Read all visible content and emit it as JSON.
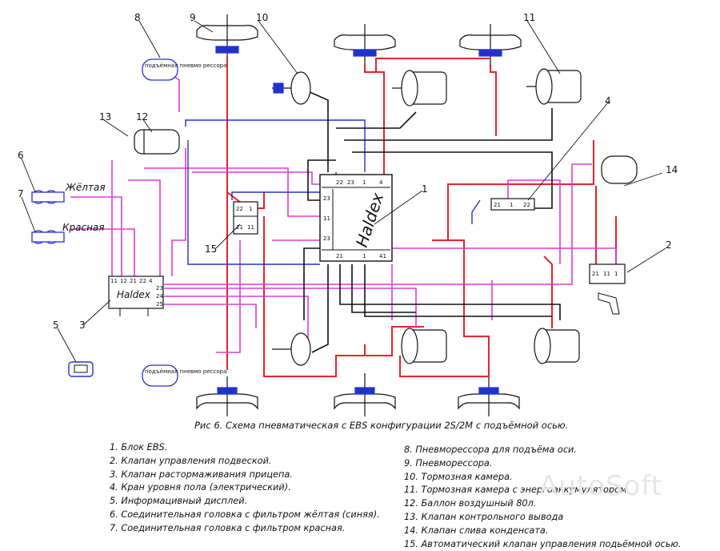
{
  "caption": "Рис 6. Схема пневматическая  с EBS конфигурации 2S/2M с подъёмной осью.",
  "watermark": "AutoSoft",
  "colors": {
    "supply": "#e8232b",
    "control": "#e23ad9",
    "brake": "#111111",
    "blue": "#2233cc"
  },
  "labels": {
    "yellow": "Жёлтая",
    "red": "Красная",
    "haldex_main": "Haldex",
    "haldex_small": "Haldex",
    "bag": "подъёмная пневмо рессора"
  },
  "callouts": [
    "1",
    "2",
    "3",
    "4",
    "5",
    "6",
    "7",
    "8",
    "9",
    "10",
    "11",
    "12",
    "13",
    "14",
    "15"
  ],
  "ports": {
    "ebs_top": [
      "22",
      "23",
      "1",
      "4"
    ],
    "ebs_left": [
      "23",
      "11",
      "23"
    ],
    "ebs_bottom": [
      "21",
      "1",
      "41"
    ],
    "v15_top": [
      "22",
      "1"
    ],
    "v15_bottom": [
      "21",
      "11"
    ],
    "v4": [
      "21",
      "1",
      "22"
    ],
    "v2": [
      "21",
      "11",
      "1"
    ],
    "v3_top": [
      "11",
      "12",
      "21",
      "22",
      "4"
    ],
    "v3_right": [
      "23",
      "24",
      "25"
    ]
  },
  "legend_left": [
    "1. Блок EBS.",
    "2. Клапан управления подвеской.",
    "3. Клапан растормаживания прицепа.",
    "4. Кран уровня пола (электрический).",
    "5. Информацивный дисплей.",
    "6. Соединительная головка с фильтром жёлтая (синяя).",
    "7. Соединительная головка с фильтром красная."
  ],
  "legend_right": [
    "8. Пневморессора для подъёма оси.",
    "9. Пневморессора.",
    "10. Тормозная камера.",
    "11. Тормозная камера с энергоаккумулятором.",
    "12. Баллон воздушный 80л.",
    "13. Клапан контрольного вывода",
    "14. Клапан слива конденсата.",
    "15. Автоматический клапан управления подьёмной осью."
  ]
}
